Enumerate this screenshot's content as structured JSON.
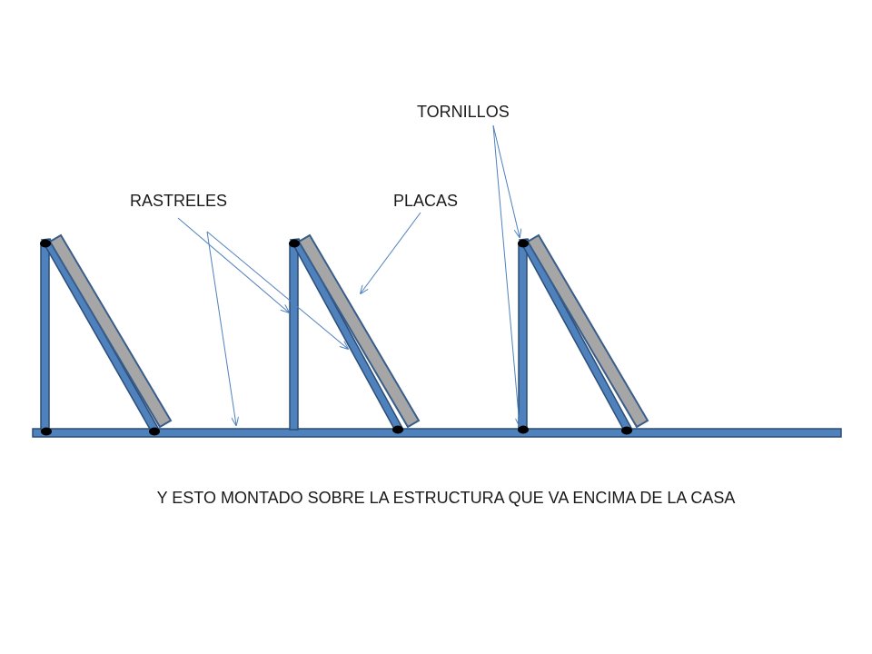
{
  "labels": {
    "tornillos": "TORNILLOS",
    "rastreles": "RASTRELES",
    "placas": "PLACAS",
    "caption": "Y ESTO MONTADO SOBRE LA ESTRUCTURA QUE VA ENCIMA DE LA CASA"
  },
  "colors": {
    "rail_fill": "#4f81bd",
    "rail_stroke": "#2c4d75",
    "panel_fill": "#a6a6a6",
    "panel_stroke": "#385d8a",
    "screw": "#000000",
    "arrow": "#4f81bd"
  }
}
